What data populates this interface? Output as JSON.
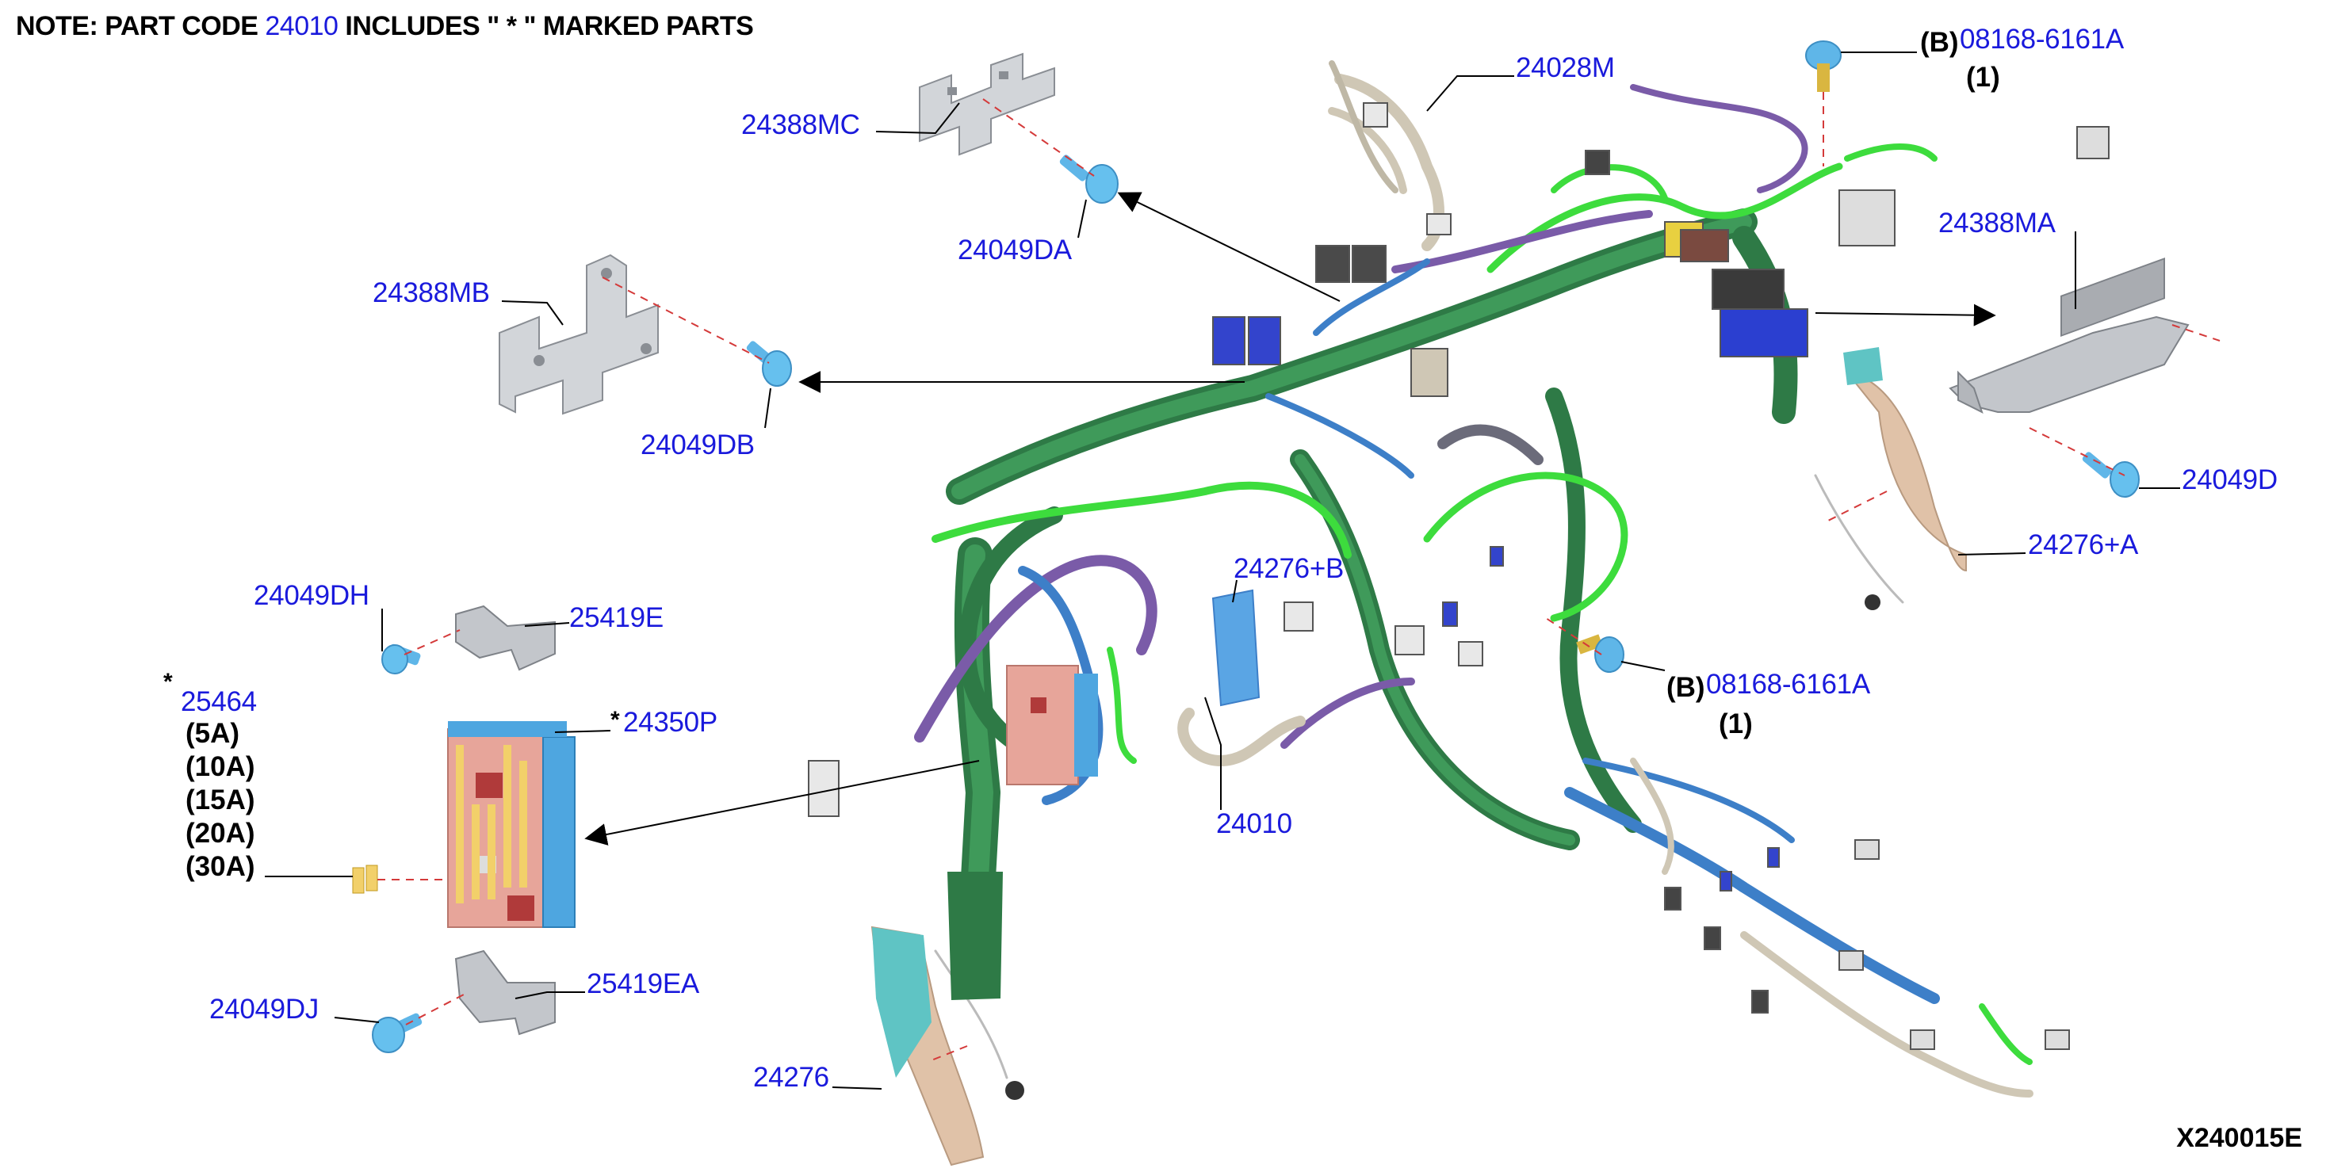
{
  "note": {
    "prefix": "NOTE: PART CODE",
    "code": "24010",
    "suffix": "INCLUDES \" * \" MARKED PARTS"
  },
  "labels": {
    "p24028M": "24028M",
    "p24388MC": "24388MC",
    "p24049DA": "24049DA",
    "p24388MB": "24388MB",
    "p24049DB": "24049DB",
    "p08168_top": "08168-6161A",
    "b_top": "(B)",
    "qty_top": "(1)",
    "p24388MA": "24388MA",
    "p24049D": "24049D",
    "p24276A": "24276+A",
    "p24276B": "24276+B",
    "p08168_mid": "08168-6161A",
    "b_mid": "(B)",
    "qty_mid": "(1)",
    "p24049DH": "24049DH",
    "p25419E": "25419E",
    "p25464": "25464",
    "star1": "*",
    "p24350P": "24350P",
    "star2": "*",
    "fuses": [
      "(5A)",
      "(10A)",
      "(15A)",
      "(20A)",
      "(30A)"
    ],
    "p24010": "24010",
    "p24049DJ": "24049DJ",
    "p25419EA": "25419EA",
    "p24276": "24276"
  },
  "diagram_code": "X240015E",
  "colors": {
    "label_blue": "#1a1adc",
    "harness_green": "#2e8b4e",
    "wire_lime": "#3ddc3d",
    "wire_purple": "#7a5ba8",
    "wire_blue": "#3d7fc8",
    "part_gray": "#c8cbd0",
    "fuse_pink": "#e7a59a",
    "fuse_blue": "#4ea6e0"
  }
}
